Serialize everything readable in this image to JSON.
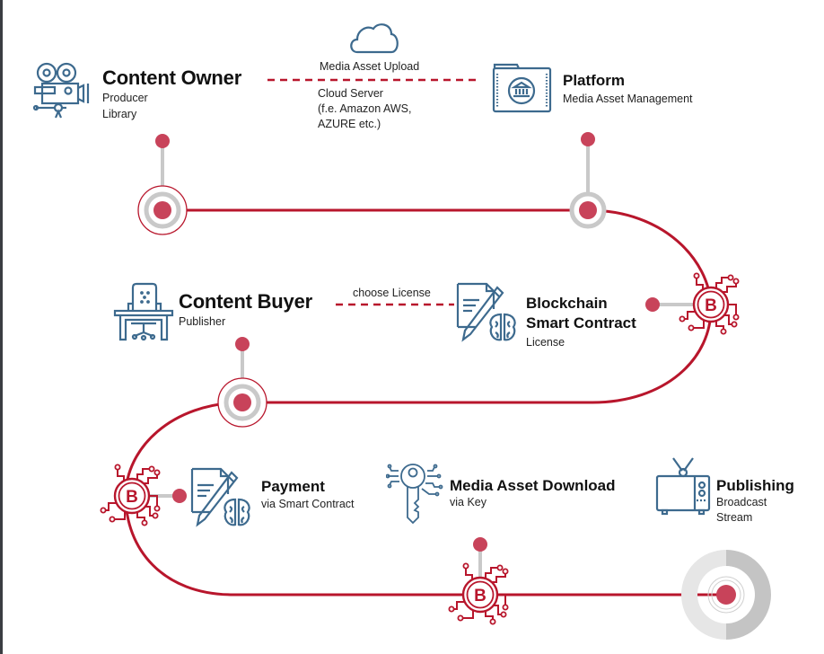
{
  "colors": {
    "accent_red": "#b8162c",
    "dot_red": "#c8435a",
    "icon_blue": "#3d6a8e",
    "stem_gray": "#c9c9c9",
    "ring_light": "#e6e6e6",
    "ring_dark": "#c4c4c4"
  },
  "nodes": {
    "content_owner": {
      "title": "Content Owner",
      "lines": [
        "Producer",
        "Library"
      ],
      "icon": "film-camera-icon"
    },
    "platform": {
      "title": "Platform",
      "lines": [
        "Media Asset Management"
      ],
      "icon": "folder-bank-icon"
    },
    "content_buyer": {
      "title": "Content Buyer",
      "lines": [
        "Publisher"
      ],
      "icon": "desk-chair-icon"
    },
    "blockchain": {
      "title_line1": "Blockchain",
      "title_line2": "Smart Contract",
      "lines": [
        "License"
      ],
      "icon": "contract-brain-icon"
    },
    "payment": {
      "title": "Payment",
      "lines": [
        "via Smart Contract"
      ],
      "icon": "contract-brain-icon"
    },
    "download": {
      "title": "Media Asset Download",
      "lines": [
        "via Key"
      ],
      "icon": "digital-key-icon"
    },
    "publishing": {
      "title": "Publishing",
      "lines": [
        "Broadcast",
        "Stream"
      ],
      "icon": "tv-icon"
    }
  },
  "connectors": {
    "upload": {
      "above": "Media Asset Upload",
      "below": [
        "Cloud Server",
        "(f.e. Amazon AWS,",
        "AZURE etc.)"
      ],
      "icon": "cloud-icon"
    },
    "license": {
      "above": "choose License"
    }
  },
  "blockchain_badge_letter": "B"
}
